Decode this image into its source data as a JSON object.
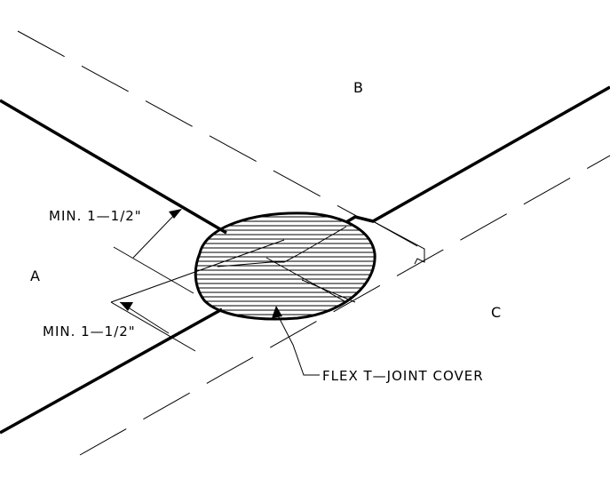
{
  "labels": {
    "region_a": "A",
    "region_b": "B",
    "region_c": "C",
    "dimension_upper": "MIN. 1—1/2\"",
    "dimension_lower": "MIN. 1—1/2\"",
    "callout": "FLEX T—JOINT COVER"
  },
  "colors": {
    "ink": "#000000",
    "paper": "#ffffff"
  }
}
